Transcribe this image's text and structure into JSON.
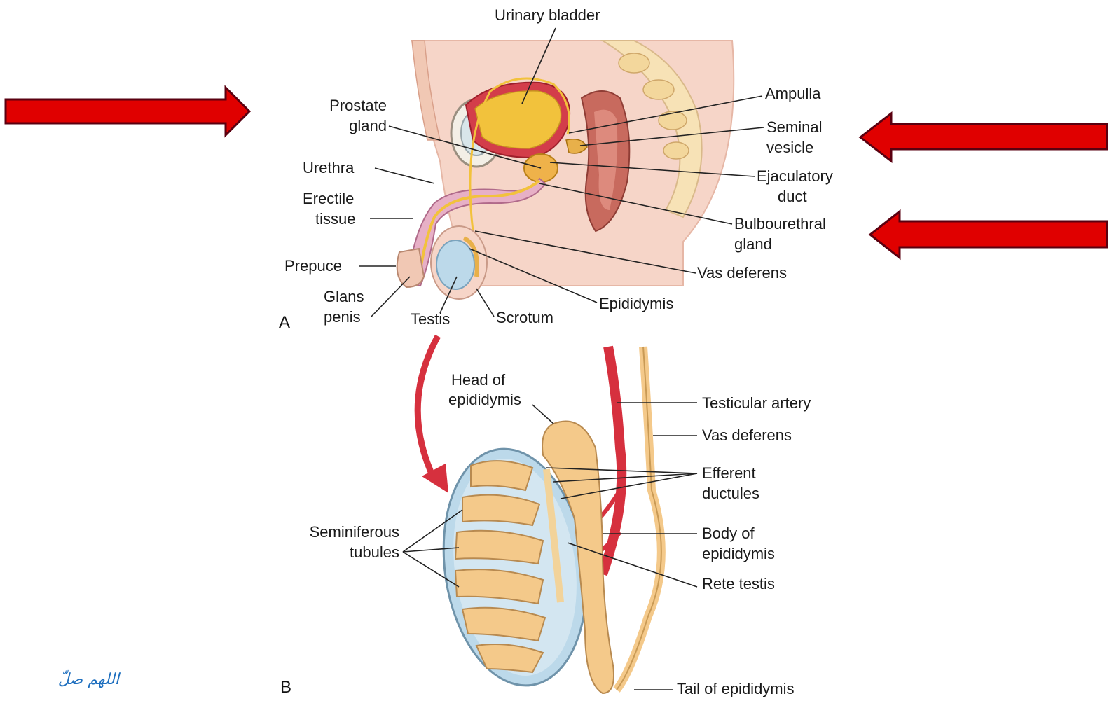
{
  "panel_a": {
    "letter": "A",
    "labels": {
      "urinary_bladder": "Urinary bladder",
      "prostate_1": "Prostate",
      "prostate_2": "gland",
      "urethra": "Urethra",
      "erectile_1": "Erectile",
      "erectile_2": "tissue",
      "prepuce": "Prepuce",
      "glans_1": "Glans",
      "glans_2": "penis",
      "testis": "Testis",
      "scrotum": "Scrotum",
      "epididymis": "Epididymis",
      "vas_deferens": "Vas deferens",
      "bulbourethral_1": "Bulbourethral",
      "bulbourethral_2": "gland",
      "ejaculatory_1": "Ejaculatory",
      "ejaculatory_2": "duct",
      "seminal_1": "Seminal",
      "seminal_2": "vesicle",
      "ampulla": "Ampulla"
    }
  },
  "panel_b": {
    "letter": "B",
    "labels": {
      "head_1": "Head of",
      "head_2": "epididymis",
      "testicular_artery": "Testicular artery",
      "vas_deferens": "Vas deferens",
      "efferent_1": "Efferent",
      "efferent_2": "ductules",
      "body_1": "Body of",
      "body_2": "epididymis",
      "rete_testis": "Rete testis",
      "seminiferous_1": "Seminiferous",
      "seminiferous_2": "tubules",
      "tail": "Tail of epididymis"
    }
  },
  "footer_text": "اللهم صلّ",
  "colors": {
    "arrow_fill": "#e00000",
    "arrow_stroke": "#5a0010",
    "skin": "#f6d5c8",
    "bladder": "#f2c23c",
    "tubule": "#f4c98a",
    "testis_bg": "#bcd9ea",
    "artery": "#d6303e"
  }
}
